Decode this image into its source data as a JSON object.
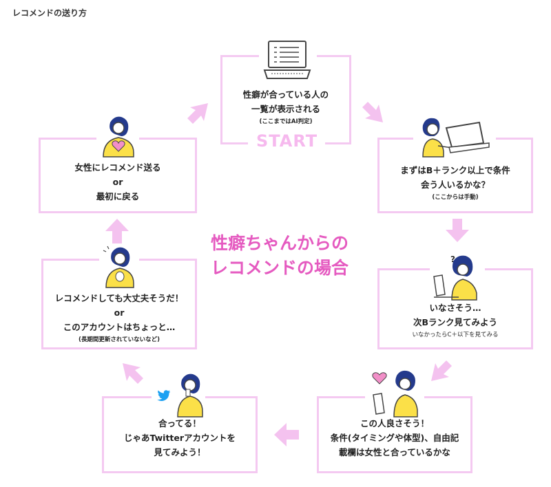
{
  "heading": "レコメンドの送り方",
  "center_title": [
    "性癖ちゃんからの",
    "レコメンドの場合"
  ],
  "start_label": "START",
  "steps": {
    "top": {
      "lines": [
        "性癖が合っている人の",
        "一覧が表示される"
      ],
      "note": "(ここまではAI判定)"
    },
    "right1": {
      "lines": [
        "まずはB＋ランク以上で条件",
        "会う人いるかな？"
      ],
      "note": "(ここからは手動)"
    },
    "right2": {
      "lines": [
        "いなさそう…",
        "次Bランク見てみよう"
      ],
      "note": "いなかったらC＋以下を見てみる"
    },
    "bottom_right": {
      "lines": [
        "この人良さそう！",
        "条件(タイミングや体型)、自由記",
        "載欄は女性と合っているかな"
      ]
    },
    "bottom_left": {
      "lines": [
        "合ってる！",
        "じゃあTwitterアカウントを",
        "見てみよう！"
      ]
    },
    "left_mid": {
      "lines": [
        "レコメンドしても大丈夫そうだ！",
        "or",
        "このアカウントはちょっと…"
      ],
      "note": "(長期間更新されていないなど)"
    },
    "left_top": {
      "lines": [
        "女性にレコメンド送る",
        "or",
        "最初に戻る"
      ]
    }
  },
  "colors": {
    "box_border": "#f4c9f1",
    "arrow": "#f4c2ef",
    "accent_pink": "#e55ac0",
    "start_text": "#f6b9ee",
    "shirt_yellow": "#fbe048",
    "hair_navy": "#243a8c",
    "twitter_blue": "#1da1f2",
    "heart_pink": "#f28fc8"
  },
  "icons": [
    "laptop-icon",
    "woman-laptop-icon",
    "woman-thinking-icon",
    "question-icon",
    "heart-icon",
    "woman-heart-icon",
    "twitter-icon",
    "woman-phone-icon",
    "woman-phone-icon-2",
    "woman-hands-heart-icon"
  ]
}
